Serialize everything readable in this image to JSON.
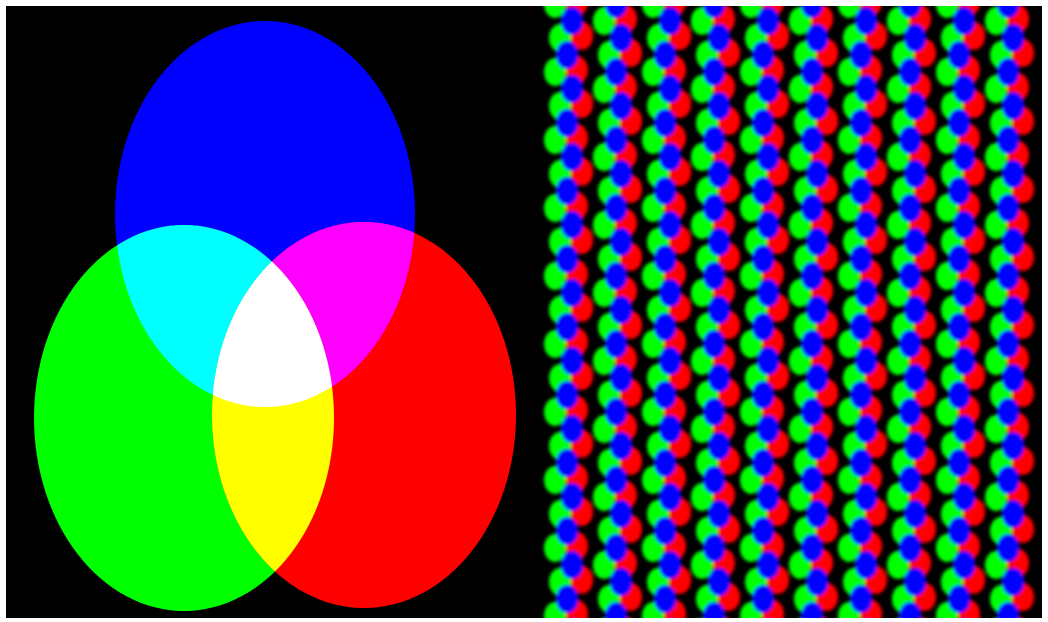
{
  "colors": {
    "background": "#000000",
    "frame": "#ffffff",
    "red": "#ff0000",
    "green": "#00ff00",
    "blue": "#0000ff",
    "cyan": "#00ffff",
    "magenta": "#ff00ff",
    "yellow": "#ffff00",
    "white": "#ffffff"
  },
  "venn_diagram": {
    "circles": [
      {
        "name": "blue-circle",
        "color": "blue"
      },
      {
        "name": "green-circle",
        "color": "green"
      },
      {
        "name": "red-circle",
        "color": "red"
      }
    ],
    "overlaps": [
      {
        "name": "cyan-overlap",
        "color": "cyan"
      },
      {
        "name": "magenta-overlap",
        "color": "magenta"
      },
      {
        "name": "yellow-overlap",
        "color": "yellow"
      },
      {
        "name": "white-center",
        "color": "white"
      }
    ]
  },
  "subpixel_pattern": {
    "sequence": [
      "green",
      "red",
      "blue"
    ]
  }
}
